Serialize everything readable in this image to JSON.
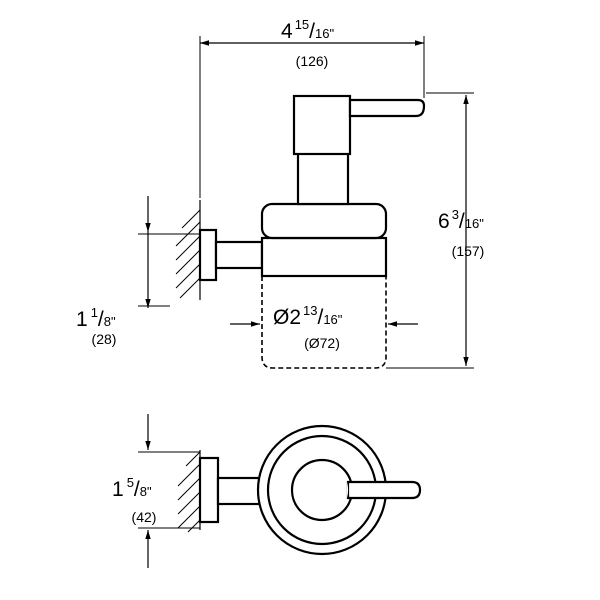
{
  "dimensions": {
    "width": {
      "whole": "4",
      "num": "15",
      "den": "16\"",
      "mm": "(126)"
    },
    "height": {
      "whole": "6",
      "num": "3",
      "den": "16\"",
      "mm": "(157)"
    },
    "diameter": {
      "whole": "Ø2",
      "num": "13",
      "den": "16\"",
      "mm": "(Ø72)"
    },
    "wall_offset": {
      "whole": "1",
      "num": "1",
      "den": "8\"",
      "mm": "(28)"
    },
    "plate_size": {
      "whole": "1",
      "num": "5",
      "den": "8\"",
      "mm": "(42)"
    }
  }
}
